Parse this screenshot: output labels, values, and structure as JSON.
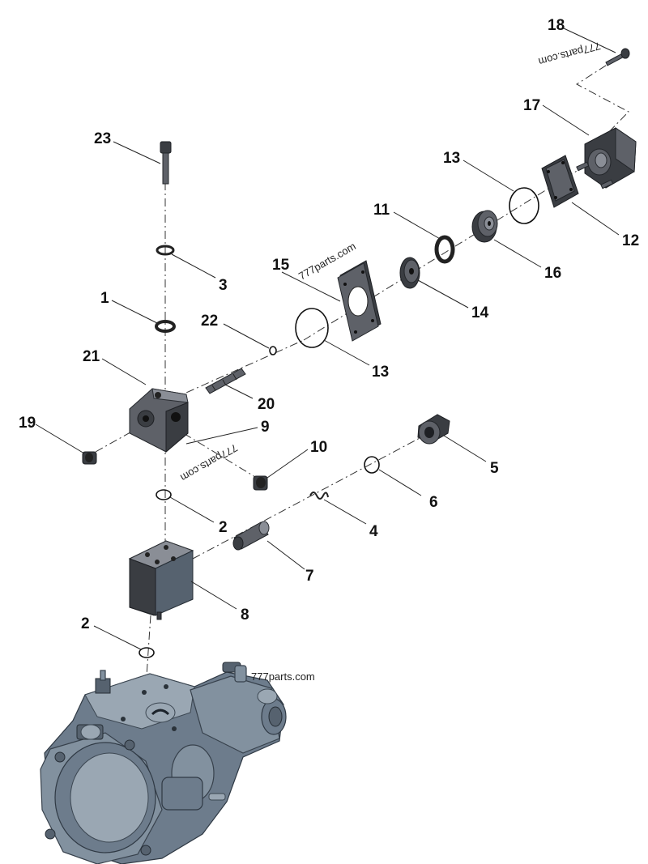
{
  "diagram": {
    "callouts": [
      {
        "id": "c23",
        "text": "23"
      },
      {
        "id": "c3",
        "text": "3"
      },
      {
        "id": "c1",
        "text": "1"
      },
      {
        "id": "c21",
        "text": "21"
      },
      {
        "id": "c22",
        "text": "22"
      },
      {
        "id": "c20",
        "text": "20"
      },
      {
        "id": "c19",
        "text": "19"
      },
      {
        "id": "c9",
        "text": "9"
      },
      {
        "id": "c10",
        "text": "10"
      },
      {
        "id": "c2a",
        "text": "2"
      },
      {
        "id": "c2b",
        "text": "2"
      },
      {
        "id": "c7",
        "text": "7"
      },
      {
        "id": "c8",
        "text": "8"
      },
      {
        "id": "c4",
        "text": "4"
      },
      {
        "id": "c6",
        "text": "6"
      },
      {
        "id": "c5",
        "text": "5"
      },
      {
        "id": "c15",
        "text": "15"
      },
      {
        "id": "c13a",
        "text": "13"
      },
      {
        "id": "c13b",
        "text": "13"
      },
      {
        "id": "c14",
        "text": "14"
      },
      {
        "id": "c11",
        "text": "11"
      },
      {
        "id": "c16",
        "text": "16"
      },
      {
        "id": "c12",
        "text": "12"
      },
      {
        "id": "c17",
        "text": "17"
      },
      {
        "id": "c18",
        "text": "18"
      }
    ],
    "watermarks": [
      "777parts.com",
      "777parts.com",
      "777parts.com",
      "777parts.com"
    ]
  }
}
